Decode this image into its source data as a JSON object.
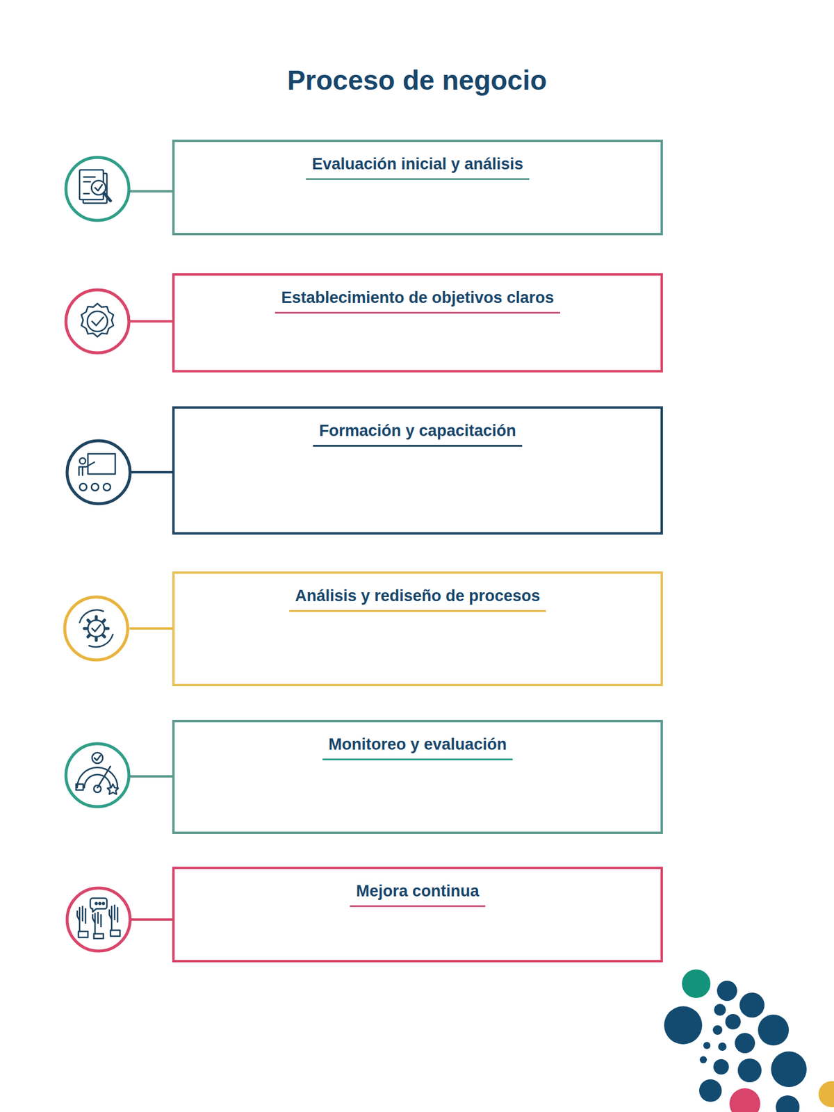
{
  "diagram": {
    "title": "Proceso de negocio",
    "nodes": [
      {
        "text": [
          "Evaluación inicial y análisis"
        ]
      },
      {
        "text": [
          "Establecimiento de objetivos claros"
        ]
      },
      {
        "text": [
          "Formación y capacitación"
        ]
      },
      {
        "text": [
          "Análisis y rediseño de procesos"
        ]
      },
      {
        "text": [
          "Monitoreo y evaluación"
        ]
      },
      {
        "text": [
          "Mejora continua"
        ]
      }
    ]
  }
}
